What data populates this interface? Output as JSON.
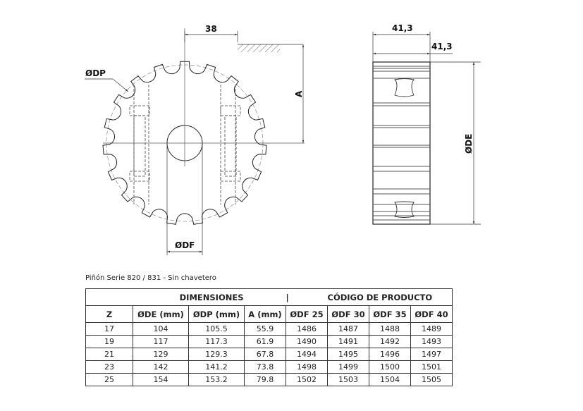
{
  "drawing": {
    "front_view": {
      "teeth": 19,
      "label_pitch_diameter": "ØDP",
      "label_bore": "ØDF",
      "label_offset": "38",
      "label_height": "A"
    },
    "side_view": {
      "label_width_top": "41,3",
      "label_width_second": "41,3",
      "label_outer_diameter": "ØDE"
    }
  },
  "table": {
    "caption": "Piñón Serie 820 / 831 - Sin chavetero",
    "group_headers": [
      "DIMENSIONES",
      "|",
      "CÓDIGO DE PRODUCTO"
    ],
    "columns": [
      "Z",
      "ØDE (mm)",
      "ØDP (mm)",
      "A (mm)",
      "ØDF 25",
      "ØDF 30",
      "ØDF 35",
      "ØDF 40"
    ],
    "rows": [
      [
        "17",
        "104",
        "105.5",
        "55.9",
        "1486",
        "1487",
        "1488",
        "1489"
      ],
      [
        "19",
        "117",
        "117.3",
        "61.9",
        "1490",
        "1491",
        "1492",
        "1493"
      ],
      [
        "21",
        "129",
        "129.3",
        "67.8",
        "1494",
        "1495",
        "1496",
        "1497"
      ],
      [
        "23",
        "142",
        "141.2",
        "73.8",
        "1498",
        "1499",
        "1500",
        "1501"
      ],
      [
        "25",
        "154",
        "153.2",
        "79.8",
        "1502",
        "1503",
        "1504",
        "1505"
      ]
    ]
  }
}
